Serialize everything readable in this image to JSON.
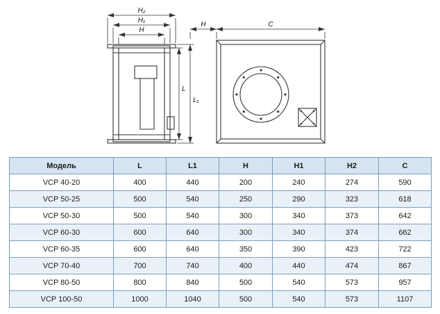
{
  "drawing": {
    "front_view": {
      "dim_h2": "H₂",
      "dim_h1": "H₁",
      "dim_h": "H",
      "dim_l": "L",
      "dim_l1": "L₁"
    },
    "side_view": {
      "dim_h": "H",
      "dim_c": "C"
    }
  },
  "table": {
    "headers": [
      "Модель",
      "L",
      "L1",
      "H",
      "H1",
      "H2",
      "C"
    ],
    "rows": [
      [
        "VCP 40-20",
        "400",
        "440",
        "200",
        "240",
        "274",
        "590"
      ],
      [
        "VCP 50-25",
        "500",
        "540",
        "250",
        "290",
        "323",
        "618"
      ],
      [
        "VCP 50-30",
        "500",
        "540",
        "300",
        "340",
        "373",
        "642"
      ],
      [
        "VCP 60-30",
        "600",
        "640",
        "300",
        "340",
        "374",
        "662"
      ],
      [
        "VCP 60-35",
        "600",
        "640",
        "350",
        "390",
        "423",
        "722"
      ],
      [
        "VCP 70-40",
        "700",
        "740",
        "400",
        "440",
        "474",
        "867"
      ],
      [
        "VCP 80-50",
        "800",
        "840",
        "500",
        "540",
        "573",
        "957"
      ],
      [
        "VCP 100-50",
        "1000",
        "1040",
        "500",
        "540",
        "573",
        "1107"
      ]
    ]
  },
  "colors": {
    "table_header_bg": "#d6e4f1",
    "table_row_alt_bg": "#e9f1f8",
    "table_border": "#7d9cbb",
    "drawing_line": "#333333"
  }
}
